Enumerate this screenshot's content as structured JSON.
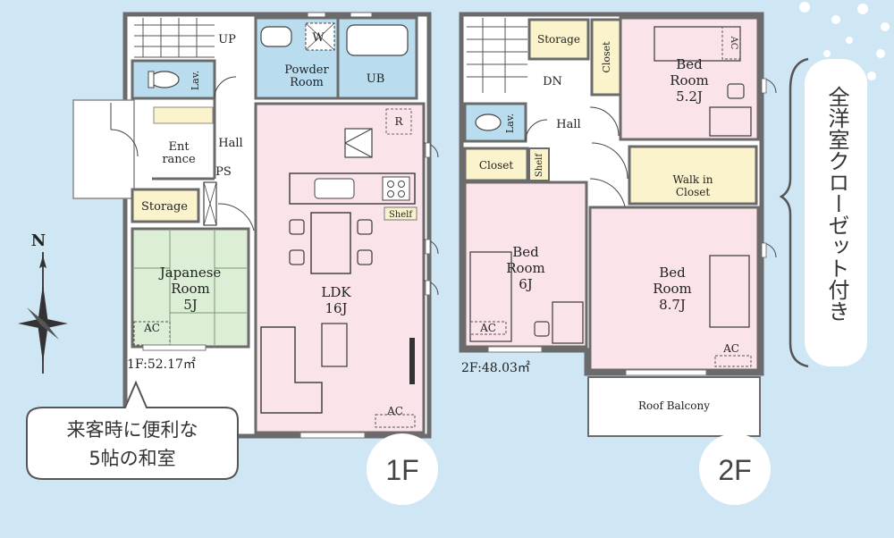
{
  "floor1": {
    "up": "UP",
    "lav": "Lav.",
    "powder_line1": "Powder",
    "powder_line2": "Room",
    "w": "W",
    "ub": "UB",
    "entrance_line1": "Ent",
    "entrance_line2": "rance",
    "hall": "Hall",
    "ps": "PS",
    "storage": "Storage",
    "japanese_line1": "Japanese",
    "japanese_line2": "Room",
    "japanese_size": "5J",
    "ac": "AC",
    "ldk": "LDK",
    "ldk_size": "16J",
    "shelf": "Shelf",
    "r": "R",
    "ac2": "AC",
    "area": "1F:52.17㎡",
    "badge": "1F"
  },
  "floor2": {
    "storage": "Storage",
    "closet_v": "Closet",
    "dn": "DN",
    "lav": "Lav.",
    "hall": "Hall",
    "closet": "Closet",
    "shelf": "Shelf",
    "bed1_line1": "Bed",
    "bed1_line2": "Room",
    "bed1_size": "5.2J",
    "ac_bed1": "AC",
    "walkin_line1": "Walk in",
    "walkin_line2": "Closet",
    "bed2_line1": "Bed",
    "bed2_line2": "Room",
    "bed2_size": "6J",
    "ac_bed2": "AC",
    "bed3_line1": "Bed",
    "bed3_line2": "Room",
    "bed3_size": "8.7J",
    "ac_bed3": "AC",
    "roof_balcony": "Roof Balcony",
    "area": "2F:48.03㎡",
    "badge": "2F"
  },
  "compass": {
    "north": "N"
  },
  "callout_left": {
    "line1": "来客時に便利な",
    "line2": "5帖の和室"
  },
  "callout_right": {
    "text": "全洋室クローゼット付き"
  },
  "colors": {
    "background": "#cfe6f5",
    "wall": "#6b6b6b",
    "wet_area": "#b9dcef",
    "ldk": "#fbe3ea",
    "bedroom": "#fbe3ea",
    "tatami": "#dcefd6",
    "storage": "#fbf3cc",
    "white": "#ffffff"
  }
}
